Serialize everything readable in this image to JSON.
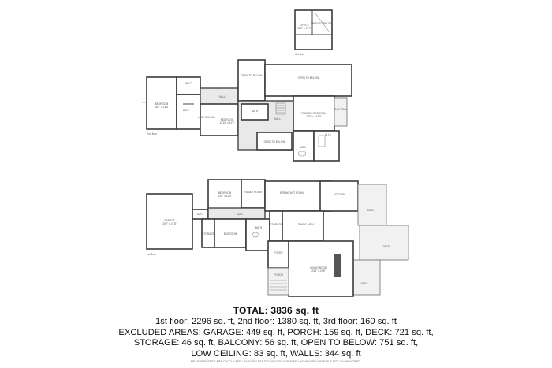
{
  "summary": {
    "total": "TOTAL: 3836 sq. ft",
    "floors_line": "1st floor: 2296 sq. ft, 2nd floor: 1380 sq. ft, 3rd floor: 160 sq. ft",
    "excluded_line": "EXCLUDED AREAS: GARAGE: 449 sq. ft, PORCH: 159 sq. ft, DECK: 721 sq. ft,",
    "storage_line": "STORAGE: 46 sq. ft, BALCONY: 56 sq. ft, OPEN TO BELOW: 751 sq. ft,",
    "walls_line": "LOW CEILING: 83 sq. ft, WALLS: 344 sq. ft",
    "disclaimer": "MEASUREMENTS ARE CALCULATED BY CUBICASA TECHNOLOGY. DEEMED HIGHLY RELIABLE BUT NOT GUARANTEED."
  },
  "levels": {
    "third": "3rd floor",
    "second": "2nd floor",
    "first": "1st floor"
  },
  "third_floor_rooms": {
    "office": "OFFICE",
    "office_dims": "12'2\" x 12'7\"",
    "open_to_below": "OPEN TO BELOW"
  },
  "second_floor_rooms": {
    "bedroom": "BEDROOM",
    "bedroom_dims": "16'4\" x 13'6\"",
    "wic": "W.I.C",
    "bath": "BATH",
    "low_ceiling": "LOW CEILING",
    "hall": "HALL",
    "bedroom2": "BEDROOM",
    "bedroom2_dims": "12'10\" x 11'3\"",
    "bath2": "BATH",
    "open_left": "OPEN TO BELOW",
    "open_right": "OPEN TO BELOW",
    "open_bottom": "OPEN TO BELOW",
    "primary": "PRIMARY BEDROOM",
    "primary_dims": "18'3\" x 14'10\"",
    "balcony": "BALCONY",
    "bath3": "BATH",
    "wic2": "W.I.C"
  },
  "first_floor_rooms": {
    "garage": "GARAGE",
    "garage_dims": "20'7\" x 21'8\"",
    "bedroom": "BEDROOM",
    "bedroom_dims": "13'6\" x 12'4\"",
    "family": "FAMILY ROOM",
    "breakfast": "BREAKFAST ROOM",
    "kitchen": "KITCHEN",
    "deck": "DECK",
    "deck2": "DECK",
    "deck3": "DECK",
    "bath": "BATH",
    "bath2": "BATH",
    "bedroom2": "BEDROOM",
    "storage": "STORAGE",
    "dining": "DINING AREA",
    "living": "LIVING ROOM",
    "living_dims": "23'6\" x 21'9\"",
    "foyer": "FOYER",
    "porch": "PORCH"
  }
}
